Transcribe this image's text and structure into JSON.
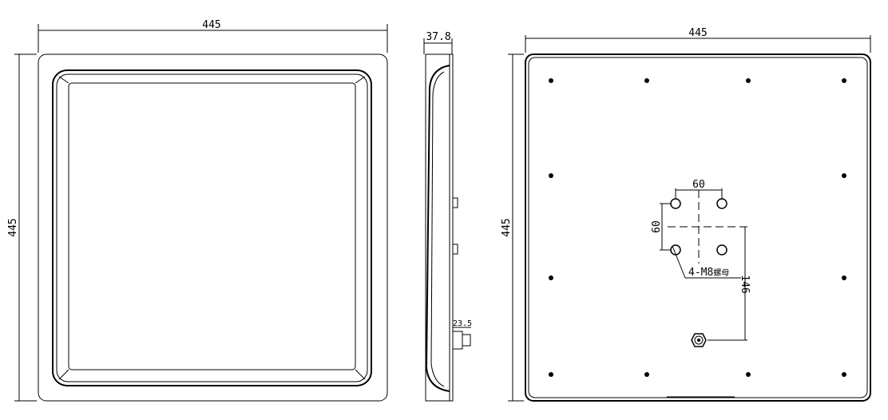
{
  "front_view": {
    "width_label": "445",
    "height_label": "445"
  },
  "side_view": {
    "depth_label": "37.8",
    "connector_label": "23.5"
  },
  "rear_view": {
    "width_label": "445",
    "height_label": "445",
    "hole_spacing_horizontal": "60",
    "hole_spacing_vertical": "60",
    "connector_offset": "146",
    "hole_callout": "4-M8",
    "hole_callout_suffix": "螺母"
  }
}
